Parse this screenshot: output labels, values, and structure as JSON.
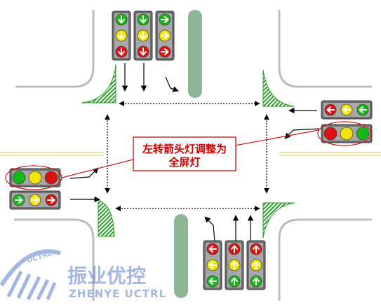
{
  "callout": {
    "line1": "左转箭头灯调整为",
    "line2": "全屏灯"
  },
  "watermark": {
    "brand_cn": "振业优控",
    "brand_en": "ZHENYE UCTRL",
    "logo_text": "UCTRL"
  },
  "colors": {
    "red": "#e01010",
    "yellow": "#f2e600",
    "green": "#16b816",
    "signal_housing": "#6e6e6e",
    "signal_housing_light": "#a8a8a8",
    "median": "#8db596",
    "curb_hatch": "#2f9e2f",
    "callout_border": "#d01818",
    "callout_text": "#cc0000",
    "watermark": "#5b7ec8"
  },
  "signals": {
    "north_head": [
      "arrow-down",
      "arrow-down",
      "arrow-right"
    ],
    "east_arrow_head": [
      "arrow-left",
      "arrow-left",
      "arrow-left"
    ],
    "east_full_head": [
      "ball",
      "ball",
      "ball"
    ],
    "west_full_head": [
      "ball",
      "ball",
      "ball"
    ],
    "west_arrow_head": [
      "arrow-right",
      "arrow-right",
      "arrow-right"
    ],
    "south_head": [
      "arrow-left",
      "arrow-up",
      "arrow-up"
    ]
  }
}
